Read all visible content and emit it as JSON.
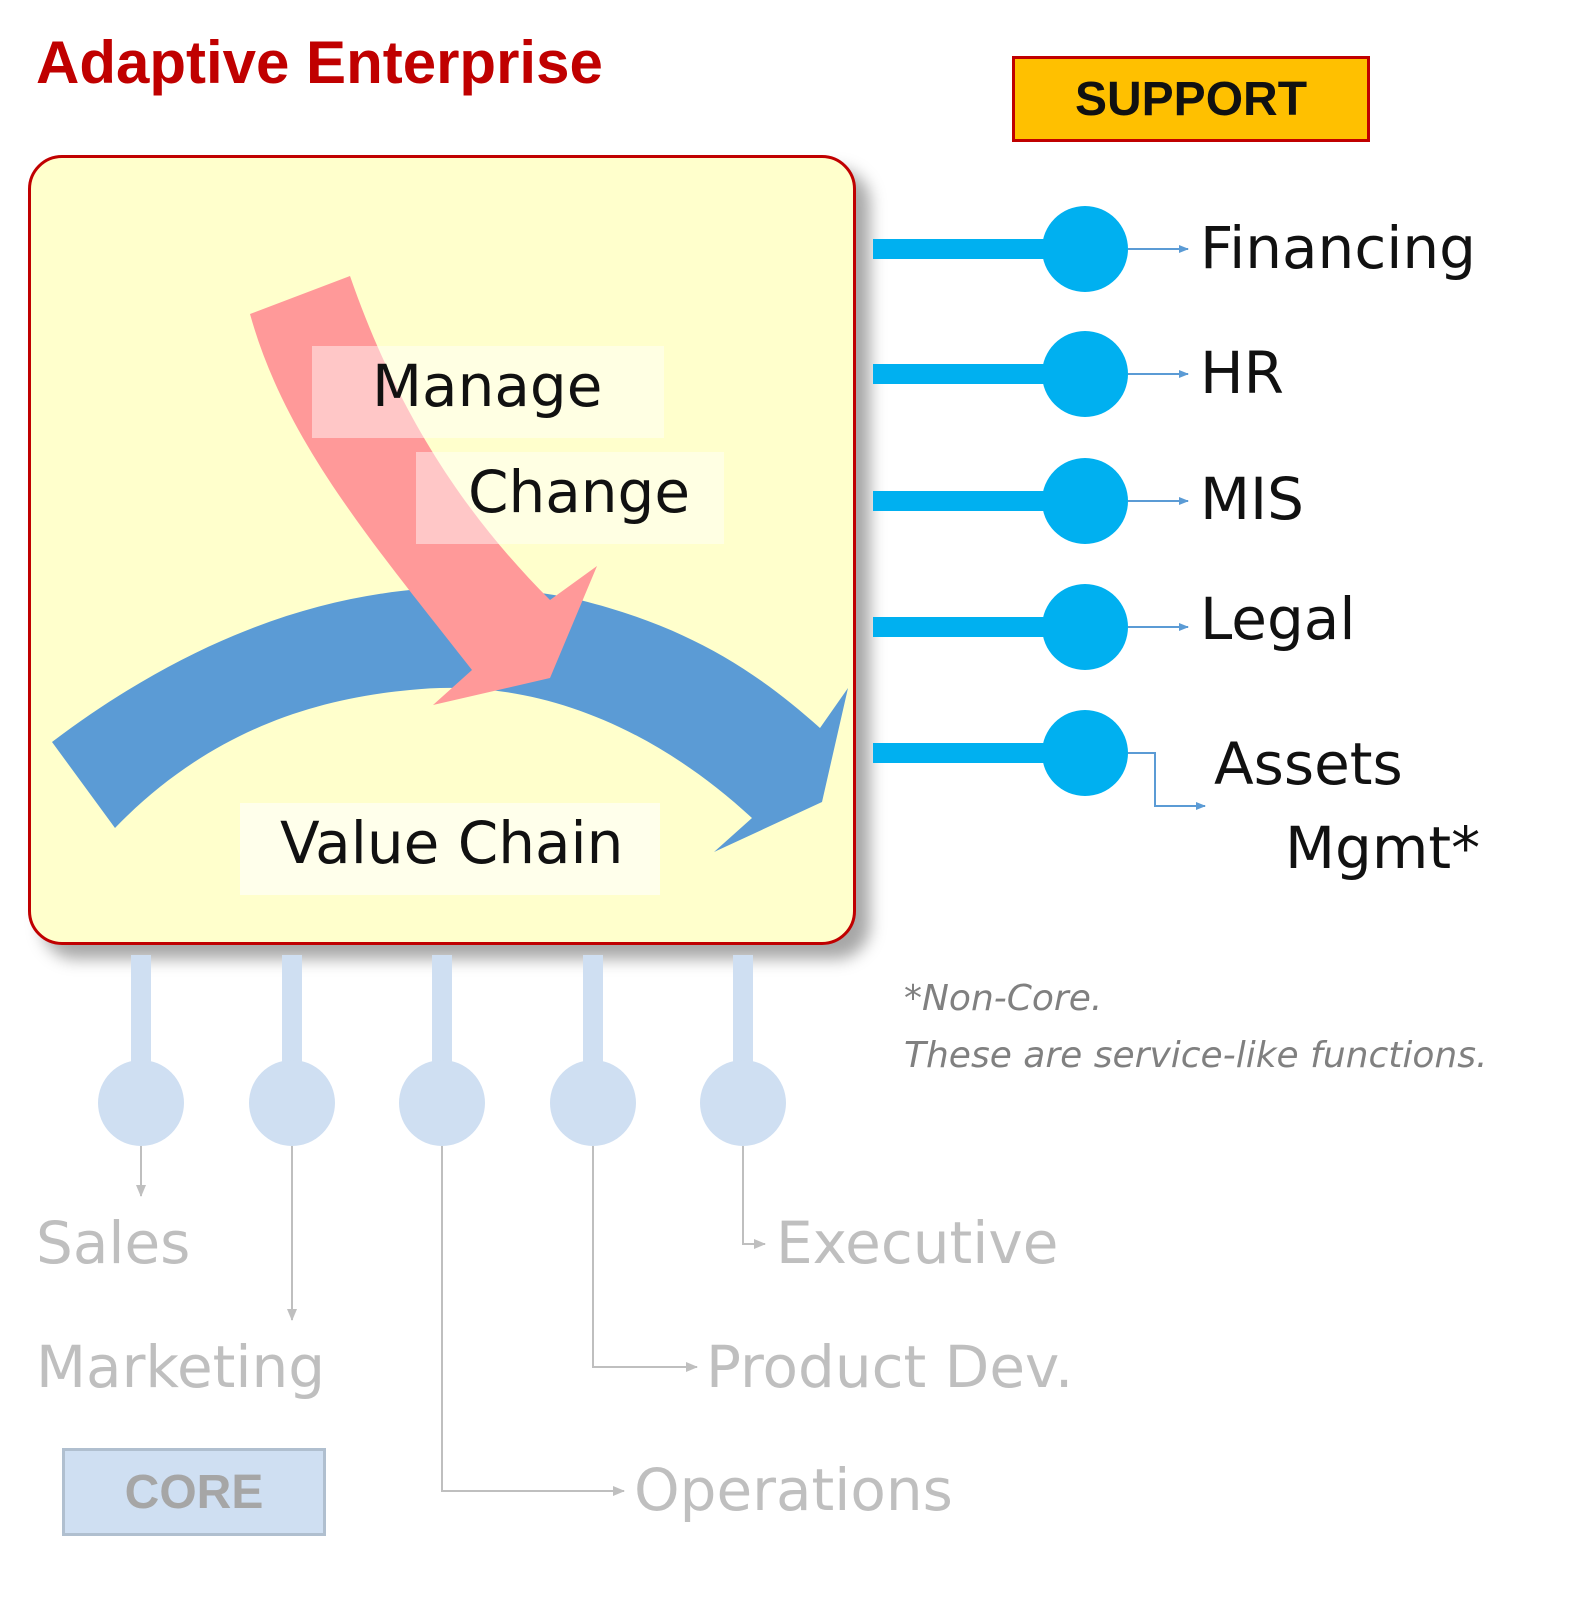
{
  "title": "Adaptive Enterprise",
  "support_label": "SUPPORT",
  "core_label": "CORE",
  "center": {
    "manage": "Manage",
    "change": "Change",
    "value_chain": "Value Chain"
  },
  "support_items": [
    "Financing",
    "HR",
    "MIS",
    "Legal"
  ],
  "assets": {
    "line1": "Assets",
    "line2": "Mgmt*"
  },
  "core_items": {
    "sales": "Sales",
    "marketing": "Marketing",
    "operations": "Operations",
    "product_dev": "Product Dev.",
    "executive": "Executive"
  },
  "note": {
    "line1": "*Non-Core.",
    "line2": "These are service-like functions."
  },
  "colors": {
    "title": "#c00000",
    "support_fill": "#ffc000",
    "box_fill": "#ffffcc",
    "node": "#00b0f0",
    "core_node": "#cfdff2",
    "value_chain_arrow": "#5b9bd5",
    "change_arrow": "#ff9999"
  }
}
